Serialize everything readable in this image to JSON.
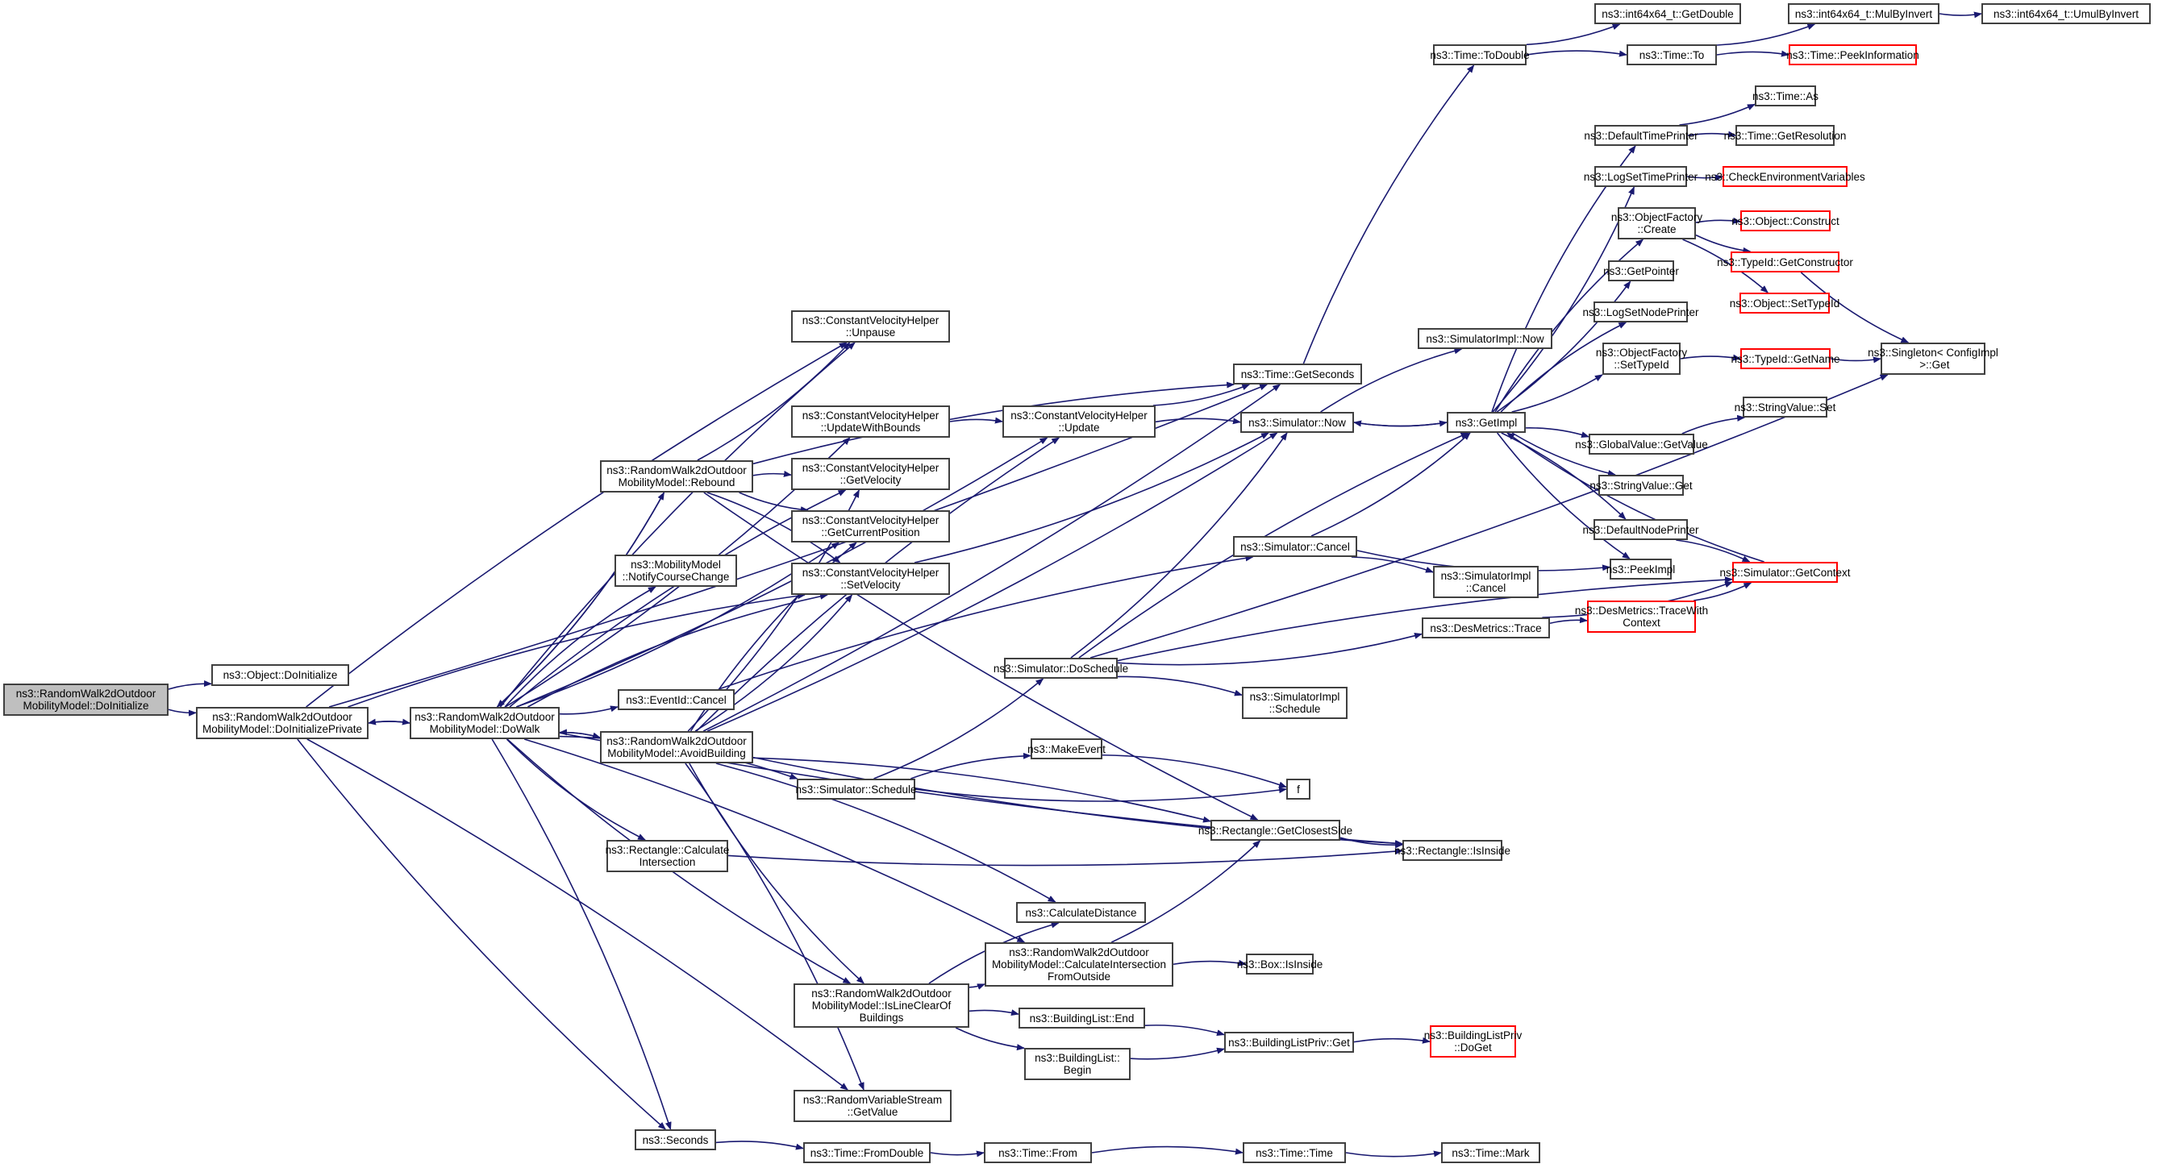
{
  "graph": {
    "title": "Call graph for ns3::RandomWalk2dOutdoorMobilityModel::DoInitialize",
    "edge_color": "#191970",
    "nodes": [
      {
        "id": "root",
        "label": "ns3::RandomWalk2dOutdoor\nMobilityModel::DoInitialize",
        "root": true
      },
      {
        "id": "objDoInit",
        "label": "ns3::Object::DoInitialize"
      },
      {
        "id": "doInitPriv",
        "label": "ns3::RandomWalk2dOutdoor\nMobilityModel::DoInitializePrivate"
      },
      {
        "id": "doWalk",
        "label": "ns3::RandomWalk2dOutdoor\nMobilityModel::DoWalk"
      },
      {
        "id": "unpause",
        "label": "ns3::ConstantVelocityHelper\n::Unpause"
      },
      {
        "id": "updBounds",
        "label": "ns3::ConstantVelocityHelper\n::UpdateWithBounds"
      },
      {
        "id": "getVel",
        "label": "ns3::ConstantVelocityHelper\n::GetVelocity"
      },
      {
        "id": "getCurPos",
        "label": "ns3::ConstantVelocityHelper\n::GetCurrentPosition"
      },
      {
        "id": "setVel",
        "label": "ns3::ConstantVelocityHelper\n::SetVelocity"
      },
      {
        "id": "rebound",
        "label": "ns3::RandomWalk2dOutdoor\nMobilityModel::Rebound"
      },
      {
        "id": "notify",
        "label": "ns3::MobilityModel\n::NotifyCourseChange"
      },
      {
        "id": "evCancel",
        "label": "ns3::EventId::Cancel"
      },
      {
        "id": "avoid",
        "label": "ns3::RandomWalk2dOutdoor\nMobilityModel::AvoidBuilding"
      },
      {
        "id": "schedule",
        "label": "ns3::Simulator::Schedule"
      },
      {
        "id": "rectCalc",
        "label": "ns3::Rectangle::Calculate\nIntersection"
      },
      {
        "id": "calcDist",
        "label": "ns3::CalculateDistance"
      },
      {
        "id": "calcOut",
        "label": "ns3::RandomWalk2dOutdoor\nMobilityModel::CalculateIntersection\nFromOutside"
      },
      {
        "id": "lineClear",
        "label": "ns3::RandomWalk2dOutdoor\nMobilityModel::IsLineClearOf\nBuildings"
      },
      {
        "id": "blEnd",
        "label": "ns3::BuildingList::End"
      },
      {
        "id": "blBegin",
        "label": "ns3::BuildingList::\nBegin"
      },
      {
        "id": "rvsGet",
        "label": "ns3::RandomVariableStream\n::GetValue"
      },
      {
        "id": "seconds",
        "label": "ns3::Seconds"
      },
      {
        "id": "fromDouble",
        "label": "ns3::Time::FromDouble"
      },
      {
        "id": "from",
        "label": "ns3::Time::From"
      },
      {
        "id": "timeTime",
        "label": "ns3::Time::Time"
      },
      {
        "id": "mark",
        "label": "ns3::Time::Mark"
      },
      {
        "id": "cvUpdate",
        "label": "ns3::ConstantVelocityHelper\n::Update"
      },
      {
        "id": "getSeconds",
        "label": "ns3::Time::GetSeconds"
      },
      {
        "id": "simNow",
        "label": "ns3::Simulator::Now"
      },
      {
        "id": "simCancel",
        "label": "ns3::Simulator::Cancel"
      },
      {
        "id": "doSchedule",
        "label": "ns3::Simulator::DoSchedule"
      },
      {
        "id": "makeEvent",
        "label": "ns3::MakeEvent"
      },
      {
        "id": "f",
        "label": "f"
      },
      {
        "id": "closestSide",
        "label": "ns3::Rectangle::GetClosestSide"
      },
      {
        "id": "rectInside",
        "label": "ns3::Rectangle::IsInside"
      },
      {
        "id": "boxInside",
        "label": "ns3::Box::IsInside"
      },
      {
        "id": "blpGet",
        "label": "ns3::BuildingListPriv::Get"
      },
      {
        "id": "blpDoGet",
        "label": "ns3::BuildingListPriv\n::DoGet",
        "red": true
      },
      {
        "id": "toDouble",
        "label": "ns3::Time::ToDouble"
      },
      {
        "id": "implNow",
        "label": "ns3::SimulatorImpl::Now"
      },
      {
        "id": "implCancel",
        "label": "ns3::SimulatorImpl\n::Cancel"
      },
      {
        "id": "implSchedule",
        "label": "ns3::SimulatorImpl\n::Schedule"
      },
      {
        "id": "desTrace",
        "label": "ns3::DesMetrics::Trace"
      },
      {
        "id": "getImpl",
        "label": "ns3::GetImpl"
      },
      {
        "id": "getDouble",
        "label": "ns3::int64x64_t::GetDouble"
      },
      {
        "id": "timeTo",
        "label": "ns3::Time::To"
      },
      {
        "id": "mulInv",
        "label": "ns3::int64x64_t::MulByInvert"
      },
      {
        "id": "umulInv",
        "label": "ns3::int64x64_t::UmulByInvert"
      },
      {
        "id": "peekInfo",
        "label": "ns3::Time::PeekInformation",
        "red": true
      },
      {
        "id": "defTimePr",
        "label": "ns3::DefaultTimePrinter"
      },
      {
        "id": "logTimePr",
        "label": "ns3::LogSetTimePrinter"
      },
      {
        "id": "ofCreate",
        "label": "ns3::ObjectFactory\n::Create"
      },
      {
        "id": "getPointer",
        "label": "ns3::GetPointer"
      },
      {
        "id": "logNodePr",
        "label": "ns3::LogSetNodePrinter"
      },
      {
        "id": "ofSetType",
        "label": "ns3::ObjectFactory\n::SetTypeId"
      },
      {
        "id": "gvGet",
        "label": "ns3::GlobalValue::GetValue"
      },
      {
        "id": "svGet",
        "label": "ns3::StringValue::Get"
      },
      {
        "id": "defNodePr",
        "label": "ns3::DefaultNodePrinter"
      },
      {
        "id": "peekImpl",
        "label": "ns3::PeekImpl"
      },
      {
        "id": "traceCtx",
        "label": "ns3::DesMetrics::TraceWith\nContext",
        "red": true
      },
      {
        "id": "timeAs",
        "label": "ns3::Time::As"
      },
      {
        "id": "getRes",
        "label": "ns3::Time::GetResolution"
      },
      {
        "id": "checkEnv",
        "label": "ns3::CheckEnvironmentVariables",
        "red": true
      },
      {
        "id": "objConstruct",
        "label": "ns3::Object::Construct",
        "red": true
      },
      {
        "id": "getCtor",
        "label": "ns3::TypeId::GetConstructor",
        "red": true
      },
      {
        "id": "objSetType",
        "label": "ns3::Object::SetTypeId",
        "red": true
      },
      {
        "id": "getName",
        "label": "ns3::TypeId::GetName",
        "red": true
      },
      {
        "id": "svSet",
        "label": "ns3::StringValue::Set"
      },
      {
        "id": "getContext",
        "label": "ns3::Simulator::GetContext",
        "red": true
      },
      {
        "id": "singleton",
        "label": "ns3::Singleton< ConfigImpl\n >::Get"
      }
    ],
    "edges": [
      [
        "root",
        "objDoInit"
      ],
      [
        "root",
        "doInitPriv"
      ],
      [
        "doInitPriv",
        "doWalk"
      ],
      [
        "doWalk",
        "doInitPriv"
      ],
      [
        "doInitPriv",
        "unpause"
      ],
      [
        "doInitPriv",
        "getSeconds"
      ],
      [
        "doInitPriv",
        "setVel"
      ],
      [
        "doInitPriv",
        "seconds"
      ],
      [
        "doInitPriv",
        "rvsGet"
      ],
      [
        "doWalk",
        "rebound"
      ],
      [
        "doWalk",
        "notify"
      ],
      [
        "doWalk",
        "evCancel"
      ],
      [
        "doWalk",
        "avoid"
      ],
      [
        "avoid",
        "doWalk"
      ],
      [
        "doWalk",
        "schedule"
      ],
      [
        "doWalk",
        "rectCalc"
      ],
      [
        "doWalk",
        "calcOut"
      ],
      [
        "doWalk",
        "lineClear"
      ],
      [
        "doWalk",
        "seconds"
      ],
      [
        "doWalk",
        "rectInside"
      ],
      [
        "doWalk",
        "unpause"
      ],
      [
        "doWalk",
        "updBounds"
      ],
      [
        "doWalk",
        "getVel"
      ],
      [
        "doWalk",
        "getCurPos"
      ],
      [
        "doWalk",
        "setVel"
      ],
      [
        "doWalk",
        "cvUpdate"
      ],
      [
        "rebound",
        "getVel"
      ],
      [
        "rebound",
        "getCurPos"
      ],
      [
        "rebound",
        "setVel"
      ],
      [
        "rebound",
        "unpause"
      ],
      [
        "rebound",
        "getSeconds"
      ],
      [
        "rebound",
        "closestSide"
      ],
      [
        "rebound",
        "doWalk"
      ],
      [
        "avoid",
        "getVel"
      ],
      [
        "avoid",
        "getCurPos"
      ],
      [
        "avoid",
        "setVel"
      ],
      [
        "avoid",
        "cvUpdate"
      ],
      [
        "avoid",
        "getSeconds"
      ],
      [
        "avoid",
        "calcDist"
      ],
      [
        "avoid",
        "lineClear"
      ],
      [
        "avoid",
        "rvsGet"
      ],
      [
        "avoid",
        "rectInside"
      ],
      [
        "avoid",
        "closestSide"
      ],
      [
        "avoid",
        "simNow"
      ],
      [
        "evCancel",
        "simCancel"
      ],
      [
        "schedule",
        "doSchedule"
      ],
      [
        "schedule",
        "makeEvent"
      ],
      [
        "schedule",
        "f"
      ],
      [
        "makeEvent",
        "f"
      ],
      [
        "rectCalc",
        "rectInside"
      ],
      [
        "lineClear",
        "calcDist"
      ],
      [
        "lineClear",
        "calcOut"
      ],
      [
        "lineClear",
        "blEnd"
      ],
      [
        "lineClear",
        "blBegin"
      ],
      [
        "calcOut",
        "boxInside"
      ],
      [
        "calcOut",
        "closestSide"
      ],
      [
        "blEnd",
        "blpGet"
      ],
      [
        "blBegin",
        "blpGet"
      ],
      [
        "blpGet",
        "blpDoGet"
      ],
      [
        "closestSide",
        "rectInside"
      ],
      [
        "seconds",
        "fromDouble"
      ],
      [
        "fromDouble",
        "from"
      ],
      [
        "from",
        "timeTime"
      ],
      [
        "timeTime",
        "mark"
      ],
      [
        "updBounds",
        "cvUpdate"
      ],
      [
        "cvUpdate",
        "getSeconds"
      ],
      [
        "cvUpdate",
        "simNow"
      ],
      [
        "setVel",
        "simNow"
      ],
      [
        "getSeconds",
        "toDouble"
      ],
      [
        "toDouble",
        "getDouble"
      ],
      [
        "toDouble",
        "timeTo"
      ],
      [
        "timeTo",
        "mulInv"
      ],
      [
        "timeTo",
        "peekInfo"
      ],
      [
        "mulInv",
        "umulInv"
      ],
      [
        "simNow",
        "implNow"
      ],
      [
        "simNow",
        "getImpl"
      ],
      [
        "getImpl",
        "simNow"
      ],
      [
        "simCancel",
        "getImpl"
      ],
      [
        "simCancel",
        "implCancel"
      ],
      [
        "simCancel",
        "peekImpl"
      ],
      [
        "doSchedule",
        "getImpl"
      ],
      [
        "doSchedule",
        "simNow"
      ],
      [
        "doSchedule",
        "implSchedule"
      ],
      [
        "doSchedule",
        "desTrace"
      ],
      [
        "doSchedule",
        "getContext"
      ],
      [
        "doSchedule",
        "singleton"
      ],
      [
        "desTrace",
        "traceCtx"
      ],
      [
        "desTrace",
        "getContext"
      ],
      [
        "getImpl",
        "defTimePr"
      ],
      [
        "getImpl",
        "logTimePr"
      ],
      [
        "getImpl",
        "ofCreate"
      ],
      [
        "getImpl",
        "getPointer"
      ],
      [
        "getImpl",
        "logNodePr"
      ],
      [
        "getImpl",
        "ofSetType"
      ],
      [
        "getImpl",
        "gvGet"
      ],
      [
        "getImpl",
        "svGet"
      ],
      [
        "getImpl",
        "defNodePr"
      ],
      [
        "getImpl",
        "peekImpl"
      ],
      [
        "getContext",
        "getImpl"
      ],
      [
        "traceCtx",
        "getContext"
      ],
      [
        "defNodePr",
        "getContext"
      ],
      [
        "defTimePr",
        "timeAs"
      ],
      [
        "defTimePr",
        "getRes"
      ],
      [
        "logTimePr",
        "checkEnv"
      ],
      [
        "ofCreate",
        "objConstruct"
      ],
      [
        "ofCreate",
        "getCtor"
      ],
      [
        "ofCreate",
        "objSetType"
      ],
      [
        "getCtor",
        "singleton"
      ],
      [
        "ofSetType",
        "getName"
      ],
      [
        "getName",
        "singleton"
      ],
      [
        "gvGet",
        "svSet"
      ]
    ]
  }
}
